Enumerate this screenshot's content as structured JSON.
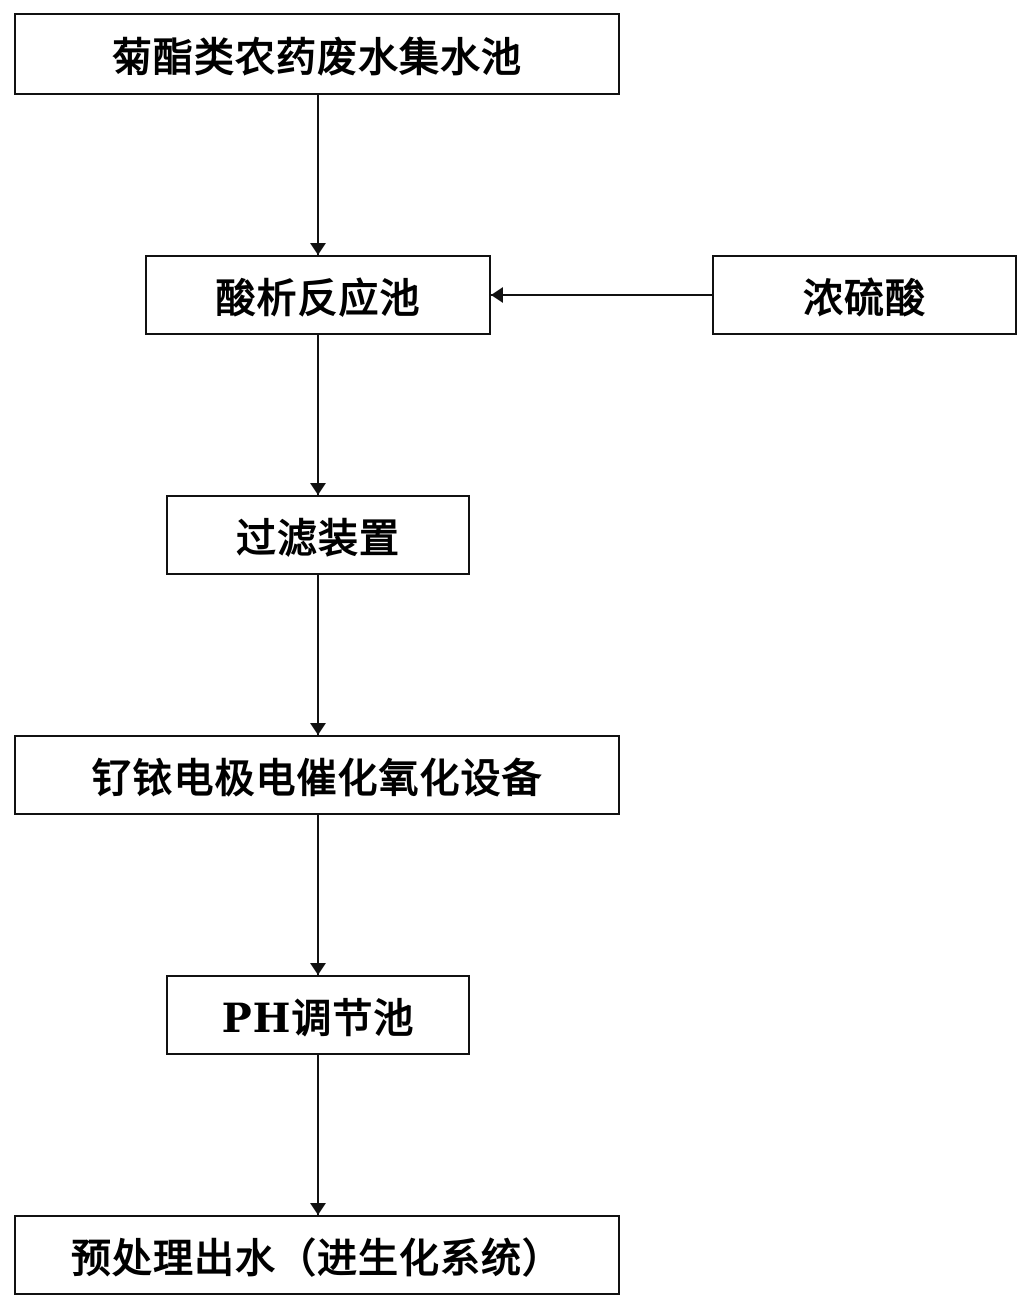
{
  "diagram": {
    "nodes": [
      {
        "id": "n1",
        "label": "菊酯类农药废水集水池"
      },
      {
        "id": "n2",
        "label": "酸析反应池"
      },
      {
        "id": "n3",
        "label": "浓硫酸"
      },
      {
        "id": "n4",
        "label": "过滤装置"
      },
      {
        "id": "n5",
        "label": "钌铱电极电催化氧化设备"
      },
      {
        "id": "n6",
        "label": "PH调节池"
      },
      {
        "id": "n7",
        "label": "预处理出水（进生化系统）"
      }
    ],
    "edges": [
      {
        "from": "n1",
        "to": "n2"
      },
      {
        "from": "n3",
        "to": "n2"
      },
      {
        "from": "n2",
        "to": "n4"
      },
      {
        "from": "n4",
        "to": "n5"
      },
      {
        "from": "n5",
        "to": "n6"
      },
      {
        "from": "n6",
        "to": "n7"
      }
    ],
    "line_color": "#111111"
  }
}
